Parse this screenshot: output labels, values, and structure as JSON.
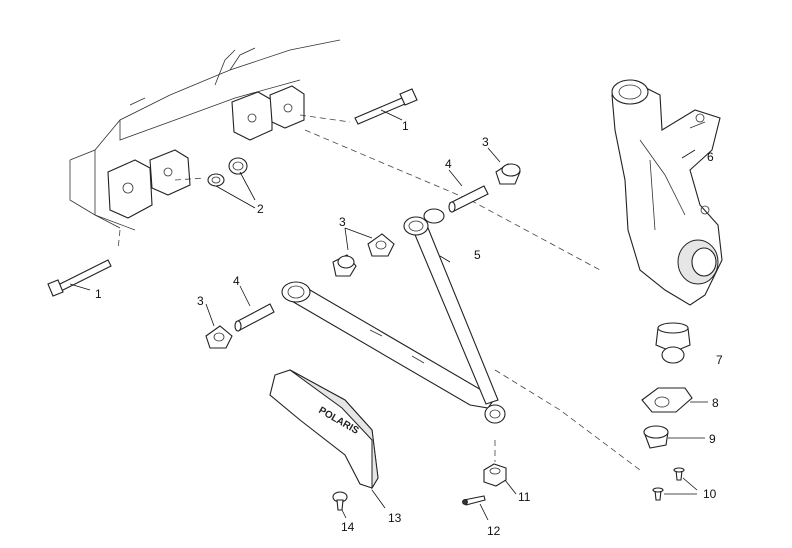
{
  "diagram": {
    "callouts": [
      {
        "id": "c1a",
        "text": "1"
      },
      {
        "id": "c1b",
        "text": "1"
      },
      {
        "id": "c2",
        "text": "2"
      },
      {
        "id": "c3a",
        "text": "3"
      },
      {
        "id": "c3b",
        "text": "3"
      },
      {
        "id": "c3c",
        "text": "3"
      },
      {
        "id": "c4a",
        "text": "4"
      },
      {
        "id": "c4b",
        "text": "4"
      },
      {
        "id": "c5",
        "text": "5"
      },
      {
        "id": "c6",
        "text": "6"
      },
      {
        "id": "c7",
        "text": "7"
      },
      {
        "id": "c8",
        "text": "8"
      },
      {
        "id": "c9",
        "text": "9"
      },
      {
        "id": "c10",
        "text": "10"
      },
      {
        "id": "c11",
        "text": "11"
      },
      {
        "id": "c12",
        "text": "12"
      },
      {
        "id": "c13",
        "text": "13"
      },
      {
        "id": "c14",
        "text": "14"
      }
    ],
    "guard_logo": "POLARIS"
  }
}
